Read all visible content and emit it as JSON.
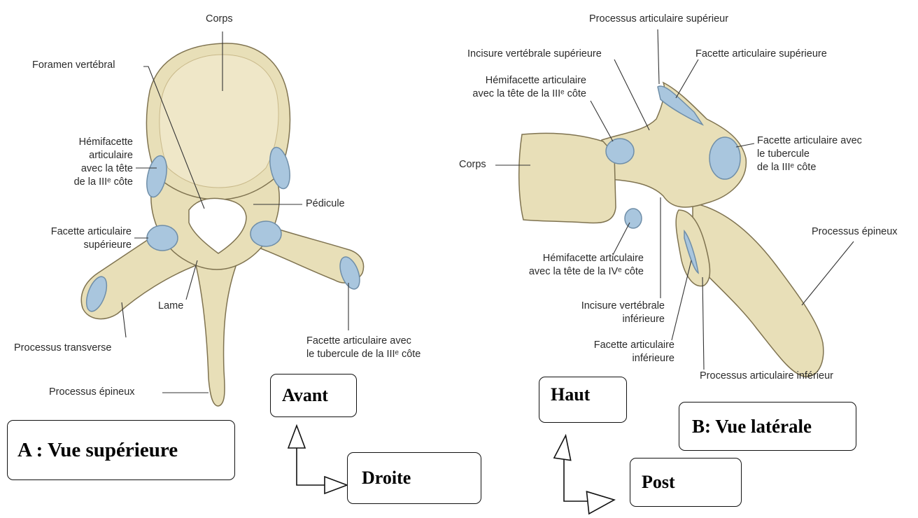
{
  "colors": {
    "bone": "#e8dfb8",
    "bone_shade": "#c9b98a",
    "bone_outline": "#7f7350",
    "cartilage": "#a9c6de",
    "leader_line": "#333333"
  },
  "view_a": {
    "title": "A : Vue supérieure",
    "labels": {
      "corps": "Corps",
      "foramen": "Foramen vertébral",
      "hemifacette": [
        "Hémifacette",
        "articulaire",
        "avec la tête",
        "de la IIIᵉ côte"
      ],
      "pedicule": "Pédicule",
      "facette_sup": [
        "Facette articulaire",
        "supérieure"
      ],
      "lame": "Lame",
      "proc_transverse": "Processus transverse",
      "facette_tubercule": [
        "Facette articulaire avec",
        "le tubercule de la IIIᵉ côte"
      ],
      "proc_epineux": "Processus épineux"
    },
    "orientation": {
      "up": "Avant",
      "right": "Droite"
    }
  },
  "view_b": {
    "title": "B: Vue latérale",
    "labels": {
      "proc_art_sup": "Processus articulaire supérieur",
      "incisure_sup": "Incisure vertébrale supérieure",
      "facette_art_sup": "Facette articulaire supérieure",
      "hemifacette_iii": [
        "Hémifacette articulaire",
        "avec la tête de la IIIᵉ côte"
      ],
      "corps": "Corps",
      "facette_tubercule": [
        "Facette articulaire avec",
        "le tubercule",
        "de la IIIᵉ côte"
      ],
      "proc_epineux": "Processus épineux",
      "hemifacette_iv": [
        "Hémifacette articulaire",
        "avec la tête de la IVᵉ côte"
      ],
      "incisure_inf": [
        "Incisure vertébrale",
        "inférieure"
      ],
      "facette_inf": [
        "Facette articulaire",
        "inférieure"
      ],
      "proc_art_inf": "Processus articulaire inférieur"
    },
    "orientation": {
      "up": "Haut",
      "right": "Post"
    }
  }
}
